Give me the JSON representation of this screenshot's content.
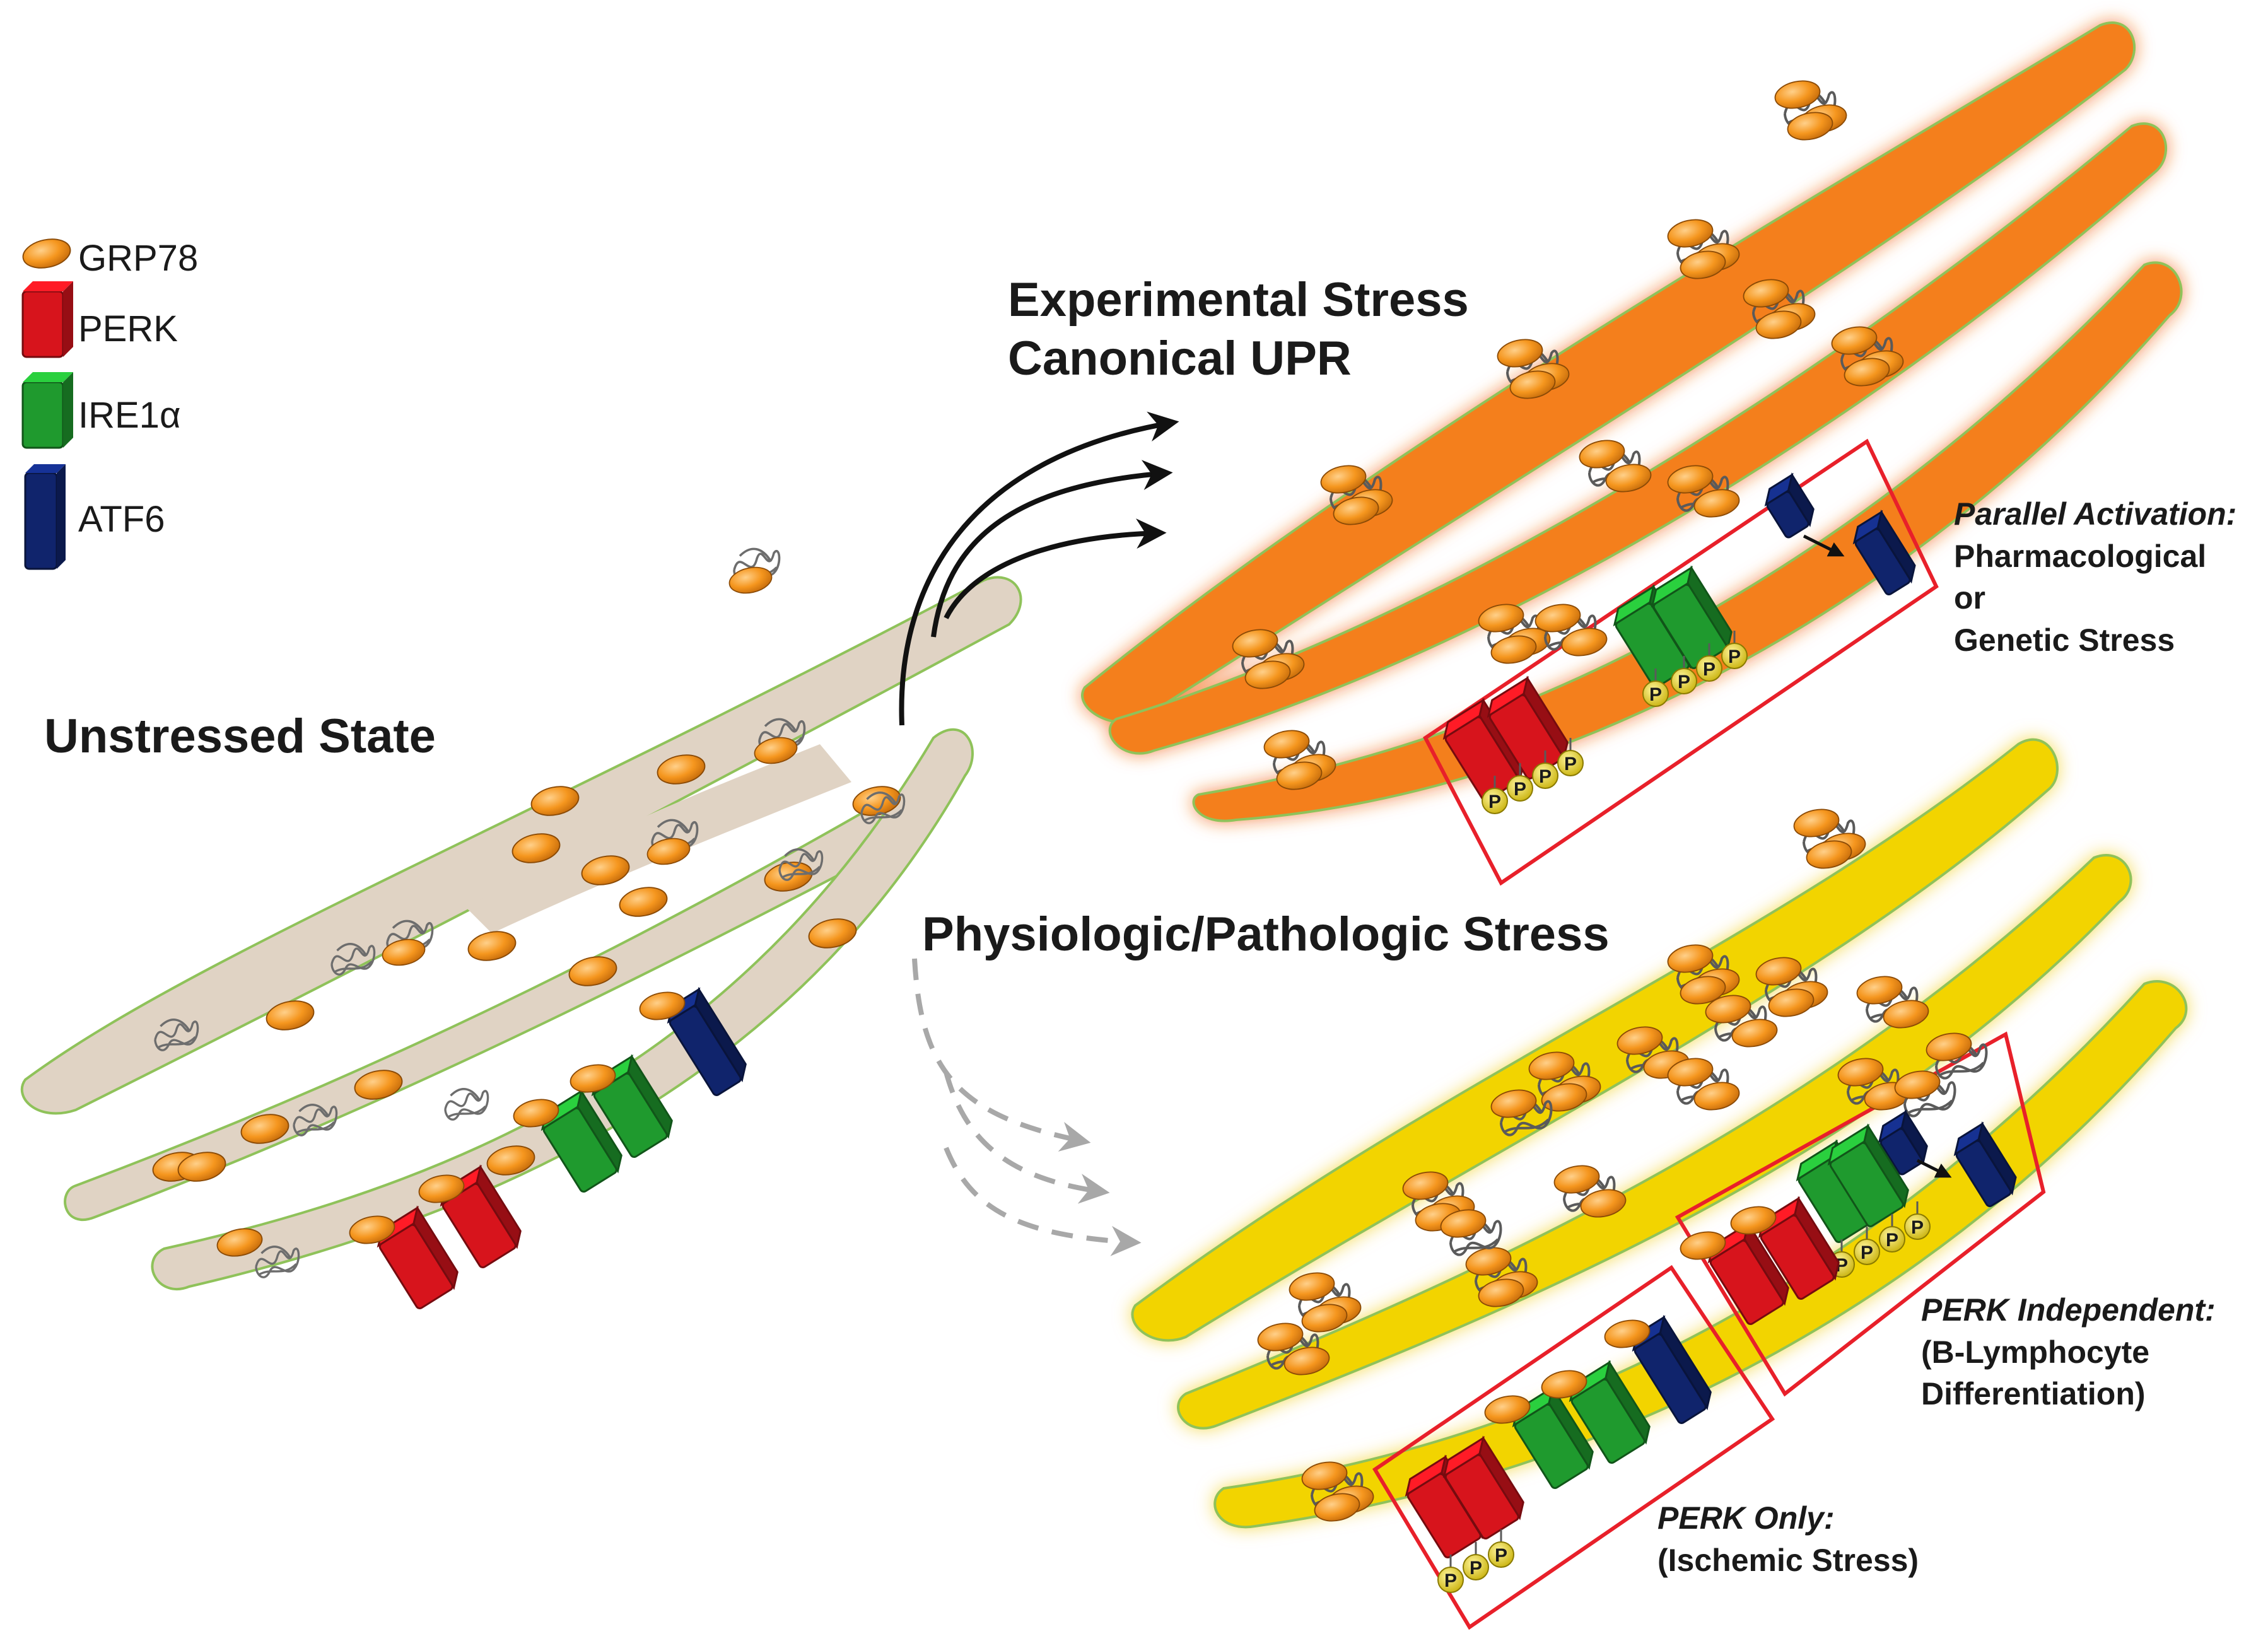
{
  "legend": {
    "items": [
      {
        "label": "GRP78",
        "icon": "grp78-chaperone-icon",
        "color": "#f5961e"
      },
      {
        "label": "PERK",
        "icon": "perk-receptor-icon",
        "color": "#d7141c"
      },
      {
        "label": "IRE1α",
        "icon": "ire1a-receptor-icon",
        "color": "#1f9a2e"
      },
      {
        "label": "ATF6",
        "icon": "atf6-receptor-icon",
        "color": "#10246c"
      }
    ]
  },
  "states": {
    "unstressed": {
      "title": "Unstressed State",
      "fill": "#e0d3c4"
    },
    "experimental": {
      "title_line1": "Experimental Stress",
      "title_line2": "Canonical UPR",
      "fill": "#f47f1d"
    },
    "physiologic": {
      "title": "Physiologic/Pathologic Stress",
      "fill": "#f2d400"
    }
  },
  "annotations": {
    "parallel": {
      "heading": "Parallel Activation:",
      "line1": "Pharmacological",
      "line2": "or",
      "line3": "Genetic Stress"
    },
    "perk_independent": {
      "heading": "PERK Independent:",
      "line1": "(B-Lymphocyte",
      "line2": "Differentiation)"
    },
    "perk_only": {
      "heading": "PERK Only:",
      "line1": "(Ischemic Stress)"
    }
  },
  "phospho_label": "P",
  "colors": {
    "box_outline": "#e8202a",
    "arrow_solid": "#111111",
    "arrow_dashed": "#a8a8a8",
    "er_outline": "#8fc25a",
    "phospho": "#e8d21a"
  }
}
